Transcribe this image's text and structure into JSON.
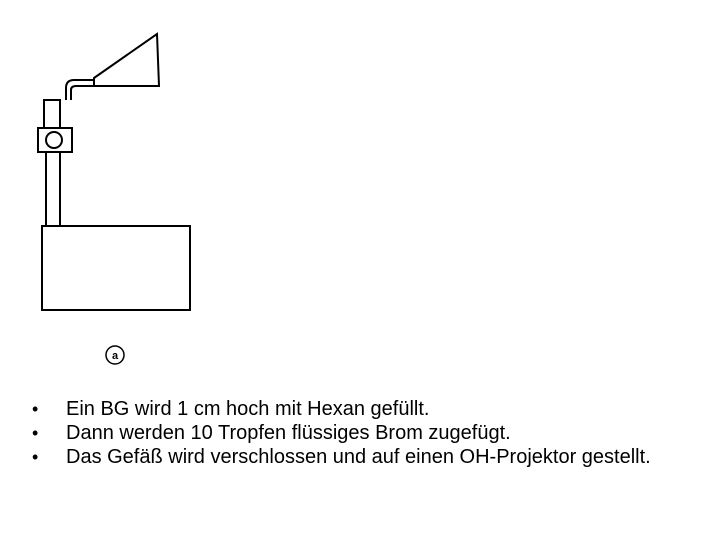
{
  "figure": {
    "label": "a"
  },
  "bullets": [
    {
      "marker": "•",
      "text": "Ein BG wird 1 cm hoch mit Hexan gefüllt."
    },
    {
      "marker": "•",
      "text": "Dann werden 10 Tropfen flüssiges Brom zugefügt."
    },
    {
      "marker": "•",
      "text": "Das Gefäß wird verschlossen und auf einen OH-Projektor gestellt."
    }
  ]
}
